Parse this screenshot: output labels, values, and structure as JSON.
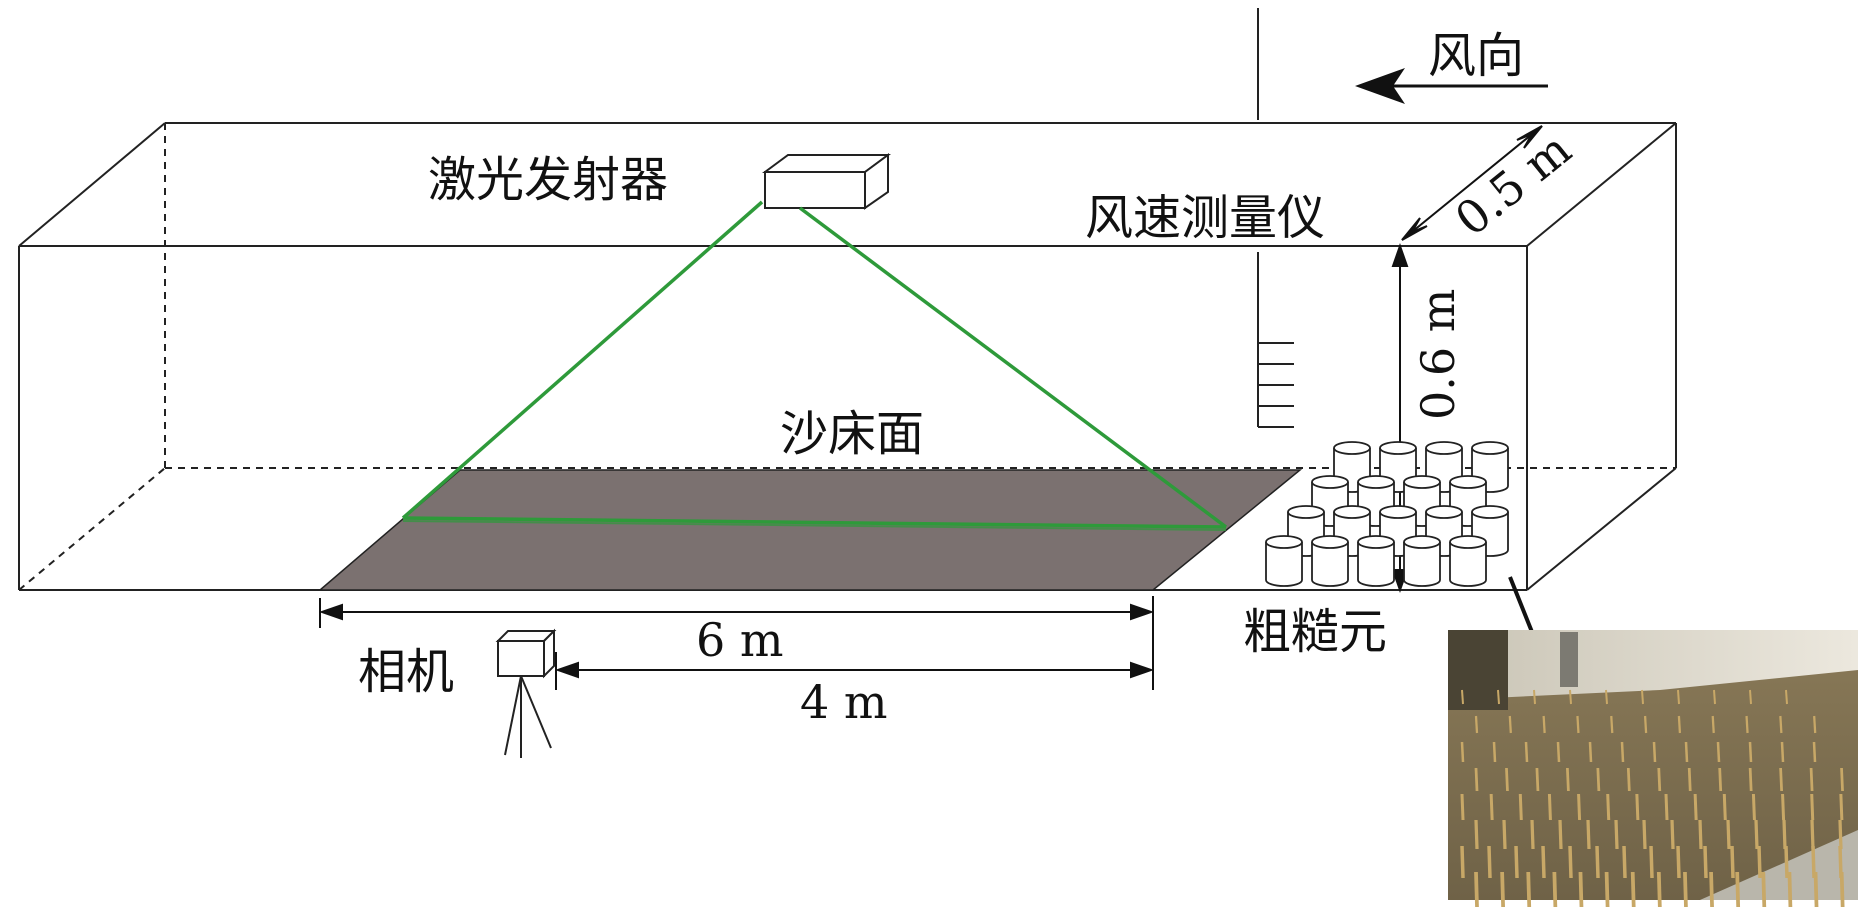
{
  "labels": {
    "wind_direction": "风向",
    "laser_emitter": "激光发射器",
    "anemometer": "风速测量仪",
    "sand_bed_surface": "沙床面",
    "camera": "相机",
    "roughness_elements": "粗糙元"
  },
  "dimensions": {
    "width": "0.5 m",
    "height": "0.6 m",
    "bed_length": "6 m",
    "camera_distance": "4 m"
  },
  "colors": {
    "laser": "#2e9a3a",
    "sand_bed": "#7b7170",
    "line": "#222222"
  }
}
